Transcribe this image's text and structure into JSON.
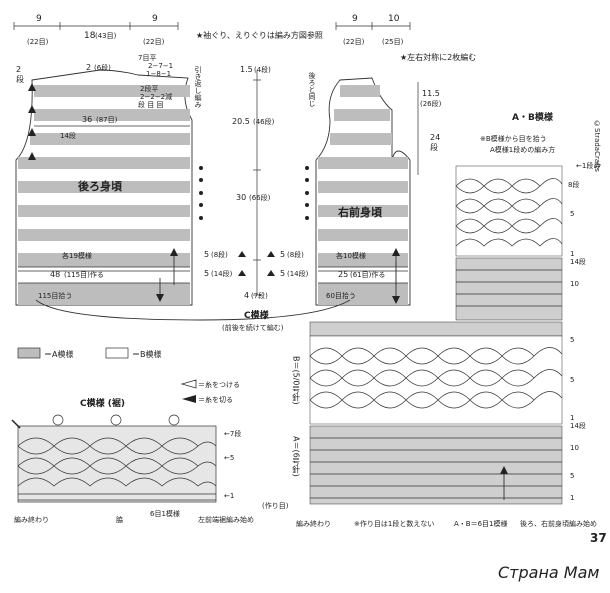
{
  "colors": {
    "pattern_a": "#bdbdbd",
    "pattern_b": "#ffffff",
    "chart_grey": "#cfcfcf",
    "ink": "#222222",
    "watermark_red": "#d42a2a"
  },
  "top_dims": {
    "left_9": "9",
    "left_9_sub": "(22目)",
    "back_18": "18",
    "back_18_sub": "(43目)",
    "mid_9": "9",
    "mid_9_sub": "(22目)",
    "right_9": "9",
    "right_9_sub": "(22目)",
    "right_10": "10",
    "right_10_sub": "(25目)"
  },
  "notes": {
    "sleeve_collar": "★袖ぐり、えりぐりは編み方図参照",
    "symmetric": "★左右対称に2枚編む"
  },
  "back": {
    "title": "後ろ身頃",
    "shoulder_2dan": "2",
    "shoulder_2dan_unit": "段",
    "neck_2": "2",
    "neck_2_sub": "(6段)",
    "neck_dec_1": "7目平",
    "neck_dec_2": "2−7−1",
    "neck_dec_3": "1−8−1",
    "neck_dec_4": "2段平",
    "neck_dec_5": "2−2−2減",
    "neck_dec_6": "段 目 回",
    "pull_back": "引き返し編み",
    "width_36": "36",
    "width_36_sub": "(87目)",
    "rows_14": "14段",
    "motif_19": "各19模様",
    "chain_48": "48",
    "chain_48_sub": "(115目)作る",
    "pick_115": "115目拾う"
  },
  "center_dims": {
    "d1_5": "1.5",
    "d1_5_sub": "(4段)",
    "d20_5": "20.5",
    "d20_5_sub": "(46段)",
    "d30": "30",
    "d30_sub": "(66段)",
    "d5a": "5",
    "d5a_sub": "(8段)",
    "d5b": "5",
    "d5b_sub": "(14段)",
    "d4": "4",
    "d4_sub": "(7段)",
    "r5a": "5",
    "r5a_sub": "(8段)",
    "r5b": "5",
    "r5b_sub": "(14段)"
  },
  "front": {
    "title": "右前身頃",
    "same_as_back": "後ろと同じ",
    "d11_5": "11.5",
    "d11_5_sub": "(26段)",
    "d24": "24",
    "d24_unit": "段",
    "motif_10": "各10模様",
    "chain_25": "25",
    "chain_25_sub": "(61目)作る",
    "pick_60": "60目拾う"
  },
  "c_pattern_label": {
    "title": "C模様",
    "sub": "(前後を続けて編む)"
  },
  "legend": {
    "a": "＝A模様",
    "b": "＝B模様",
    "attach": "＝糸をつける",
    "cut": "＝糸を切る"
  },
  "c_chart": {
    "title": "C模様 (裾)",
    "row7": "←7段",
    "row5": "←5",
    "row1": "←1",
    "end": "編み終わり",
    "side": "脇",
    "motif": "6目1模様",
    "start": "左前端裾編み始め"
  },
  "ab_chart": {
    "title": "A・B模様",
    "note1": "※B模様から目を拾う",
    "note2": "A模様1段めの編み方",
    "row1": "←1段め",
    "row8": "8段",
    "row5a": "5",
    "row1a": "1",
    "row14": "14段",
    "row10": "10",
    "b_label": "B＝(5/0号針)",
    "row5b": "5",
    "row1b": "1",
    "row14b": "14段",
    "row10b": "10",
    "a_label": "A＝(6号針)",
    "row5c": "5",
    "row1c": "1",
    "start_pick": "(作り目)",
    "end": "編み終わり",
    "note_bottom": "※作り目は1段と数えない",
    "motif": "A・B＝6目1模様",
    "front_start": "後ろ、右前身頃編み始め"
  },
  "page_number": "37",
  "watermark_logo": "Страна Мам",
  "side_watermark": "©StradaCrafts"
}
